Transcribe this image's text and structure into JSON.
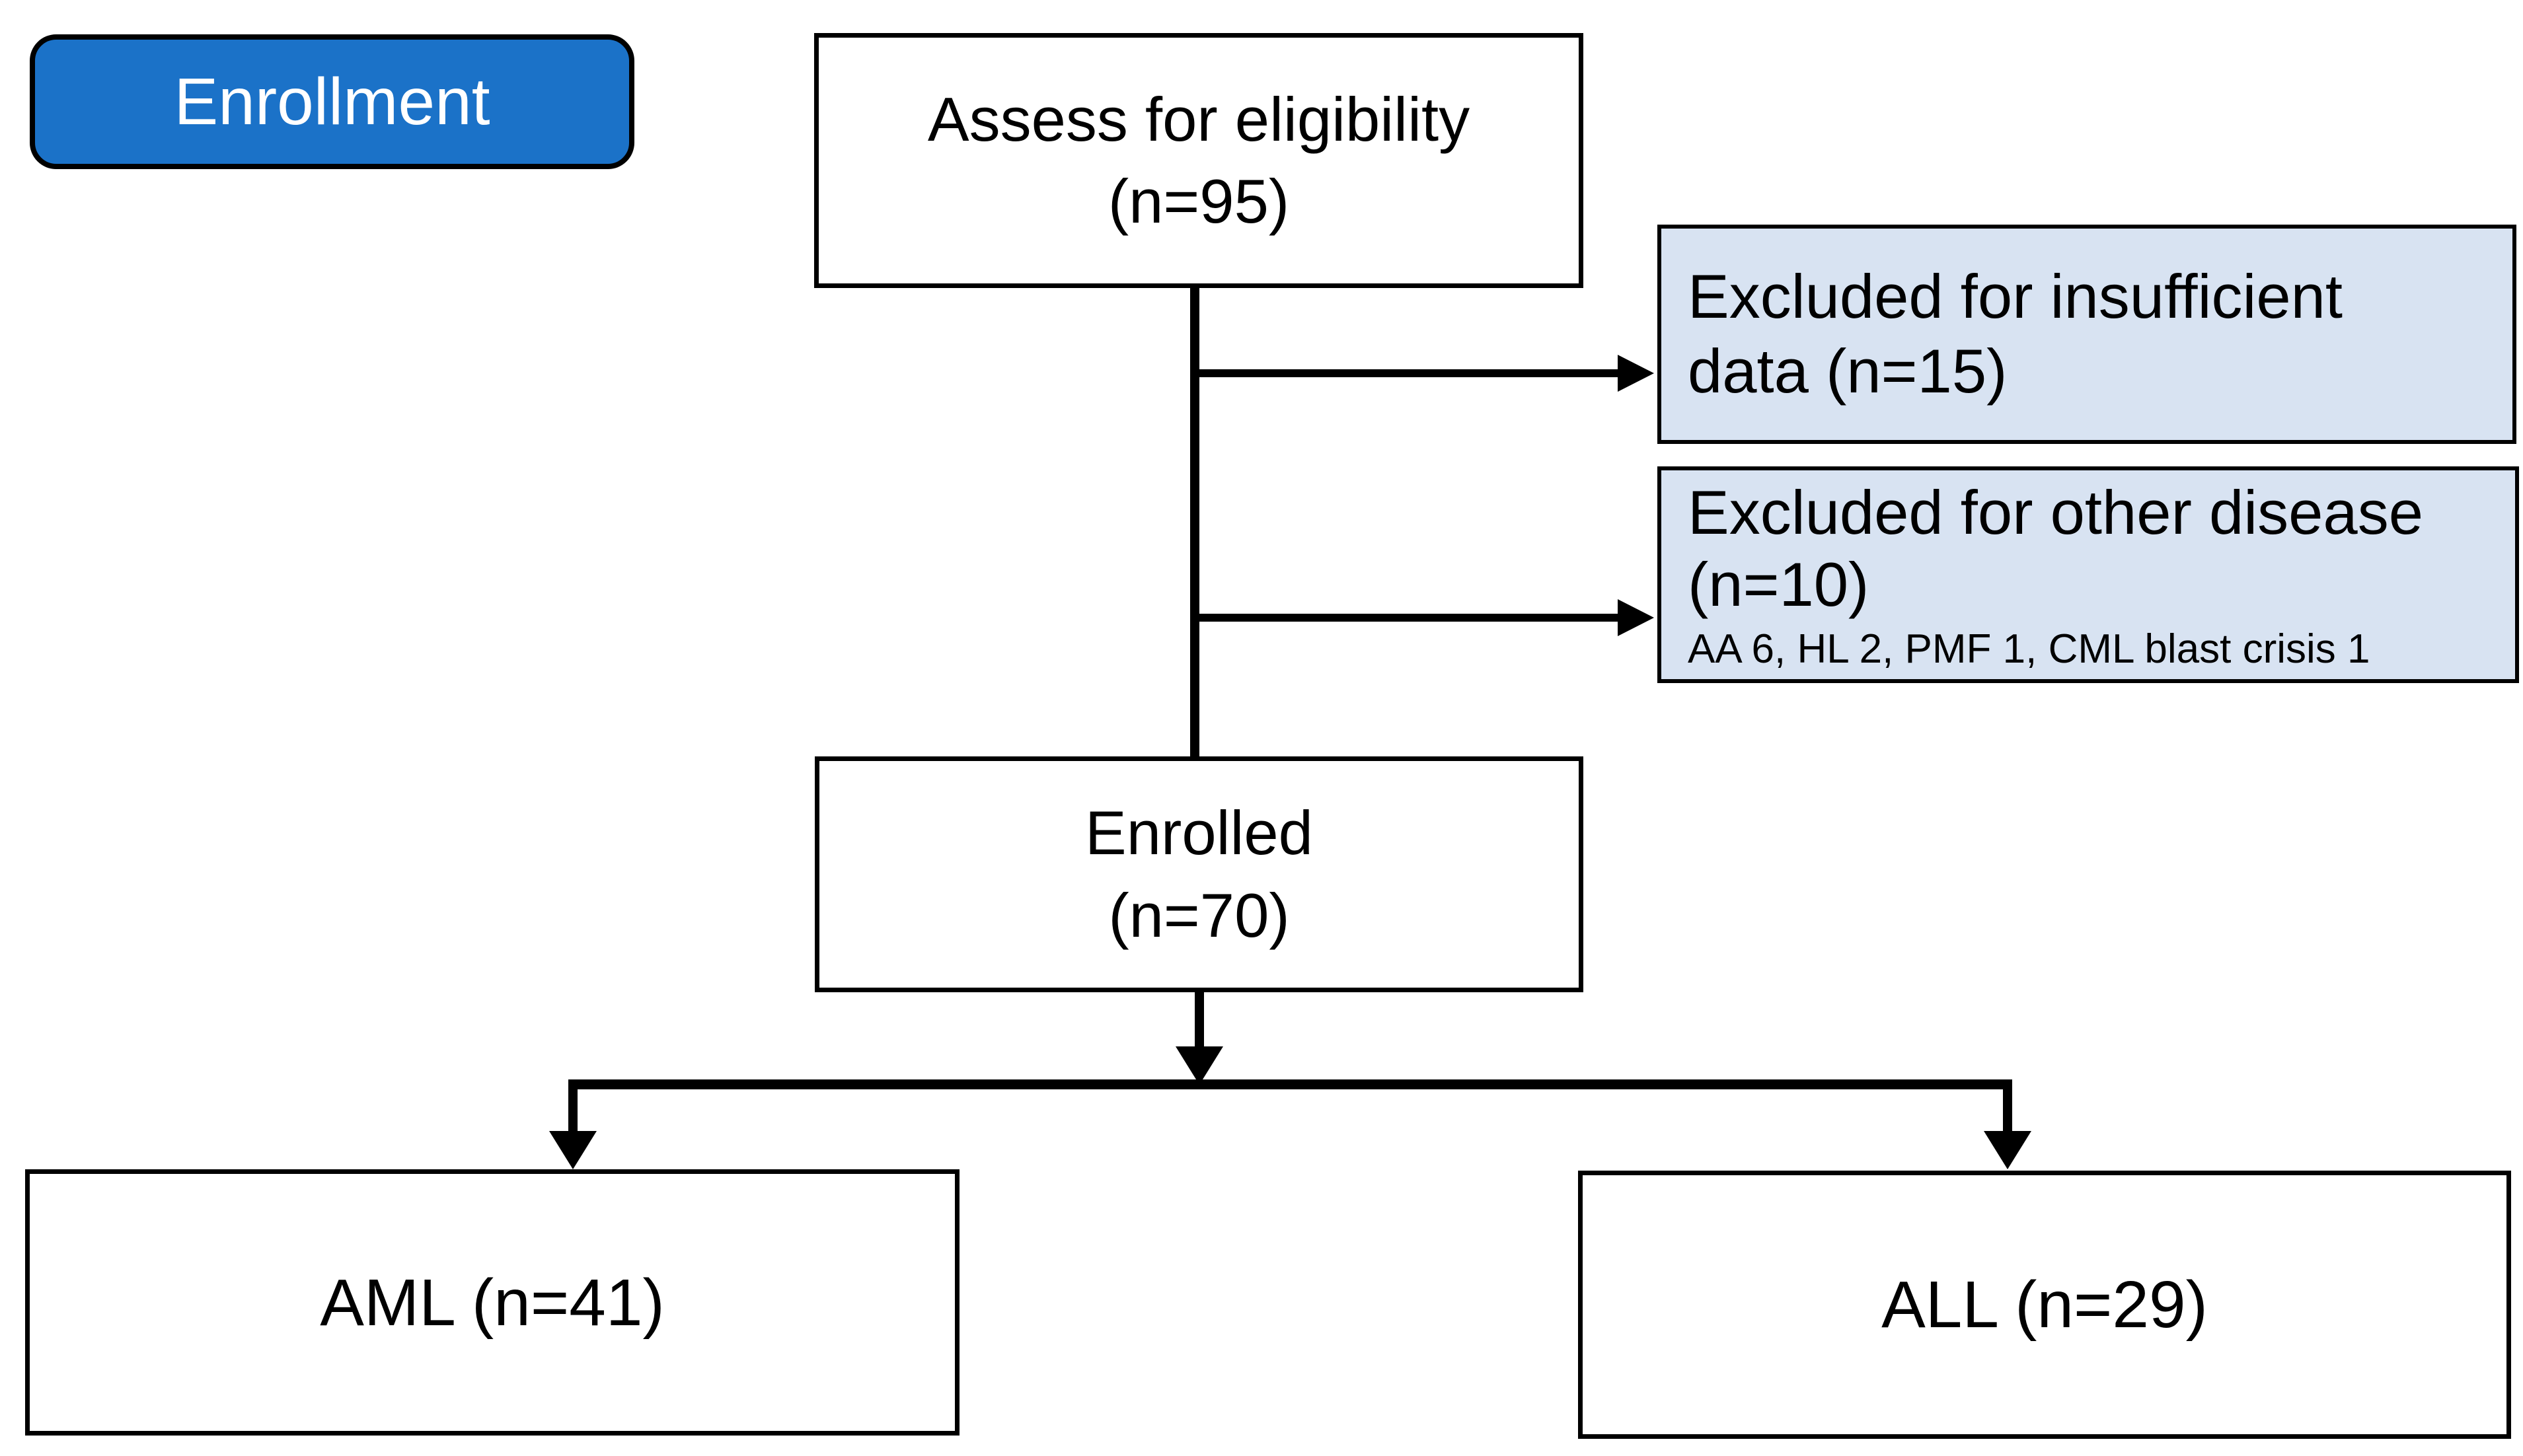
{
  "figure": {
    "type": "flow-diagram",
    "background": "#ffffff"
  },
  "colors": {
    "stage_badge_fill": "#1B72C8",
    "stage_badge_text": "#ffffff",
    "excluded_box_fill": "#D8E3F2",
    "line_color": "#000000"
  },
  "badge": {
    "label": "Enrollment"
  },
  "boxes": {
    "assess": {
      "line1": "Assess for eligibility",
      "line2": "(n=95)"
    },
    "excluded_insufficient": {
      "line1": "Excluded for insufficient",
      "line2": "data (n=15)"
    },
    "excluded_other": {
      "line1": "Excluded for other disease",
      "line2": "(n=10)",
      "detail": "AA 6, HL 2, PMF 1, CML blast crisis 1"
    },
    "enrolled": {
      "line1": "Enrolled",
      "line2": "(n=70)"
    },
    "aml": {
      "label": "AML (n=41)"
    },
    "all": {
      "label": "ALL (n=29)"
    }
  }
}
